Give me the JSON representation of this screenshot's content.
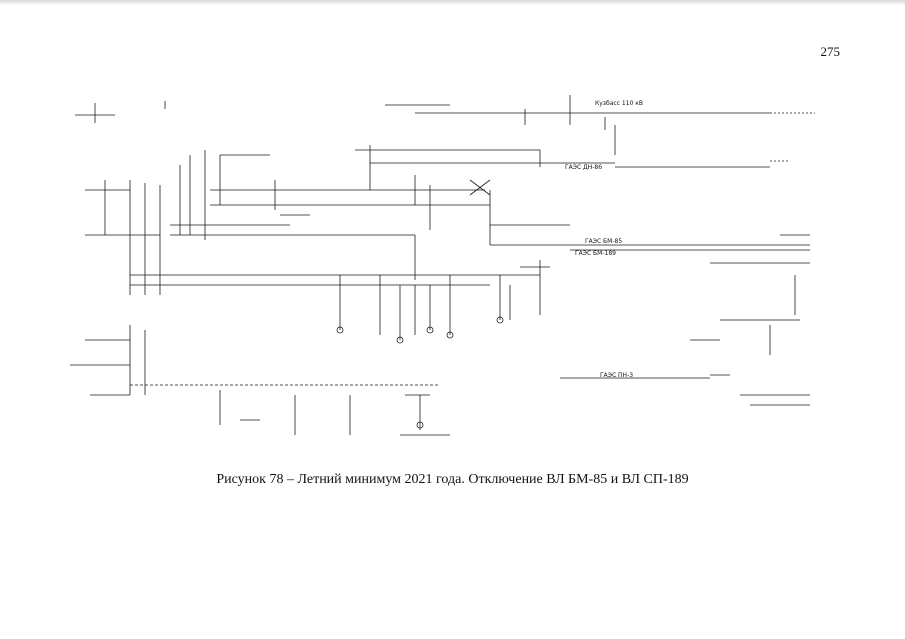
{
  "page": {
    "number": "275",
    "caption": "Рисунок 78 – Летний минимум 2021 года. Отключение ВЛ БМ-85 и ВЛ СП-189"
  },
  "diagram": {
    "labels": {
      "kuzbass": "Кузбасс 110 кВ",
      "line_dn86": "ГАЭС ДН-86",
      "line_bm85": "ГАЭС БМ-85",
      "line_sp189": "ГАЭС БМ-189",
      "line_pn3": "ГАЭС ПН-3"
    }
  }
}
